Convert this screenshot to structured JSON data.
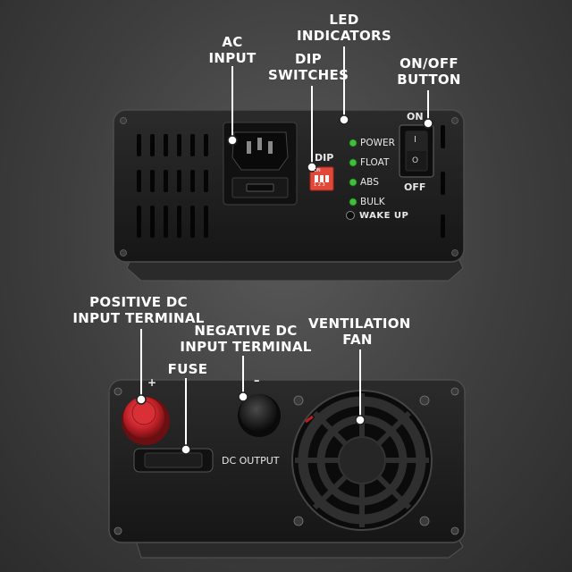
{
  "callouts": {
    "ac_input": [
      "AC",
      "INPUT"
    ],
    "dip_switches": [
      "DIP",
      "SWITCHES"
    ],
    "led_indicators": [
      "LED",
      "INDICATORS"
    ],
    "on_off_button": [
      "ON/OFF",
      "BUTTON"
    ],
    "positive_dc": [
      "POSITIVE DC",
      "INPUT TERMINAL"
    ],
    "negative_dc": [
      "NEGATIVE DC",
      "INPUT TERMINAL"
    ],
    "fuse": [
      "FUSE"
    ],
    "ventilation_fan": [
      "VENTILATION",
      "FAN"
    ]
  },
  "front_panel": {
    "dip_label": "DIP",
    "dip_on_label": "ON",
    "dip_numbers": "1 2 3",
    "leds": [
      "POWER",
      "FLOAT",
      "ABS",
      "BULK"
    ],
    "wake_up_label": "WAKE UP",
    "on_label": "ON",
    "off_label": "OFF",
    "rocker_on_symbol": "I",
    "rocker_off_symbol": "O"
  },
  "back_panel": {
    "plus_sign": "+",
    "minus_sign": "–",
    "dc_output_label": "DC OUTPUT"
  },
  "colors": {
    "chassis": "#1f1f1f",
    "led_green": "#3fbf3a",
    "dip_red": "#e0483a",
    "terminal_red": "#c8242b",
    "callout_line": "#ffffff"
  }
}
